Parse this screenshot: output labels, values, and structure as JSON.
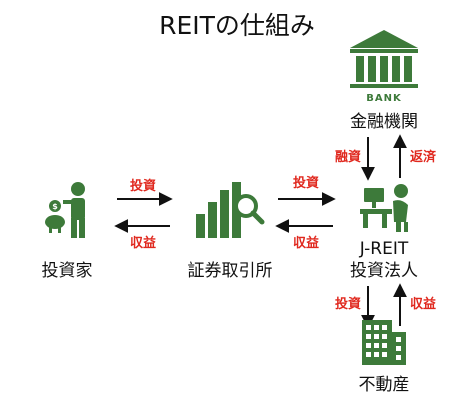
{
  "title": "REITの仕組み",
  "colors": {
    "green": "#3d7a3a",
    "red": "#e0281e",
    "arrow": "#111111"
  },
  "nodes": {
    "investor": {
      "label": "投資家",
      "icon": "investor-with-piggy-bank-icon",
      "coin_symbol": "$"
    },
    "exchange": {
      "label": "証券取引所",
      "icon": "bar-chart-magnifier-icon"
    },
    "bank": {
      "label": "金融機関",
      "icon": "bank-building-icon",
      "sign": "BANK"
    },
    "jreit": {
      "label_line1": "J-REIT",
      "label_line2": "投資法人",
      "icon": "person-at-desk-computer-icon"
    },
    "realestate": {
      "label": "不動産",
      "icon": "office-building-icon"
    }
  },
  "flows": {
    "investor_to_exchange": "投資",
    "exchange_to_investor": "収益",
    "exchange_to_jreit": "投資",
    "jreit_to_exchange": "収益",
    "bank_to_jreit": "融資",
    "jreit_to_bank": "返済",
    "jreit_to_realestate": "投資",
    "realestate_to_jreit": "収益"
  }
}
